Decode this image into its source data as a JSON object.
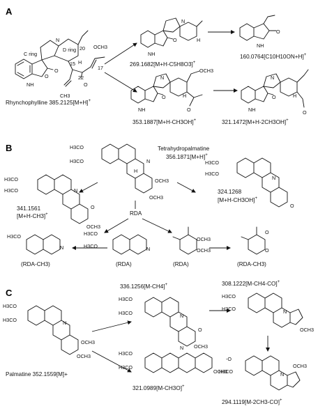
{
  "panels": {
    "A": {
      "label": "A",
      "precursor": "Rhynchophylline 385.2125[M+H]",
      "precursor_sup": "+",
      "ring_c": "C ring",
      "ring_d": "D ring",
      "atoms": [
        "OCH3",
        "O",
        "CH3",
        "N",
        "NH",
        "O",
        "H",
        "20",
        "15",
        "17",
        "22",
        "O"
      ],
      "frag1": "269.1682[M+H-C5H8O3]",
      "frag1_sup": "+",
      "frag2": "160.0764[C10H10ON+H]",
      "frag2_sup": "+",
      "frag3": "353.1887[M+H-CH3OH]",
      "frag3_sup": "+",
      "frag4": "321.1472[M+H-2CH3OH]",
      "frag4_sup": "+",
      "extra_atoms": [
        "N",
        "NH",
        "O",
        "H",
        "NH",
        "O",
        "N",
        "NH",
        "O",
        "H",
        "OCH3",
        "O",
        "N",
        "NH",
        "O",
        "H",
        "O"
      ]
    },
    "B": {
      "label": "B",
      "precursor_name": "Tetrahydropalmatine",
      "precursor_mz": "356.1871[M+H]",
      "precursor_sup": "+",
      "frag_left": "341.1561",
      "frag_left_sub": "[M+H-CH3]",
      "frag_left_sup": "+",
      "frag_right": "324.1268",
      "frag_right_sub": "[M+H-CH3OH]",
      "frag_right_sup": "+",
      "rda": "RDA",
      "rda_products": [
        "(RDA-CH3)",
        "(RDA)",
        "(RDA)",
        "(RDA-CH3)"
      ],
      "groups": [
        "H3CO",
        "H3CO",
        "OCH3",
        "OCH3",
        "N",
        "H",
        "H3CO",
        "H3CO",
        "N",
        "O",
        "OCH3",
        "H3CO",
        "H3CO",
        "N",
        "O",
        "H3CO",
        "N",
        "H3CO",
        "H3CO",
        "N",
        "OCH3",
        "OCH3",
        "O",
        "O"
      ]
    },
    "C": {
      "label": "C",
      "precursor": "Palmatine 352.1559[M]+",
      "frag1": "336.1256[M-CH4]",
      "frag1_sup": "+",
      "frag2": "321.0989[M-CH3O]",
      "frag2_sup": "+",
      "frag3": "308.1222[M-CH4-CO]",
      "frag3_sup": "+",
      "frag4": "294.1119[M-2CH3-CO]",
      "frag4_sup": "+",
      "groups": [
        "H3CO",
        "H3CO",
        "N",
        "OCH3",
        "OCH3",
        "H3CO",
        "H3CO",
        "N",
        "O",
        "OCH3",
        "H3CO",
        "H3CO",
        "N",
        "OCH3",
        "H3CO",
        "H3CO",
        "N",
        "OCH3",
        "-O",
        "H3CO",
        "N",
        "OCH3"
      ]
    }
  }
}
